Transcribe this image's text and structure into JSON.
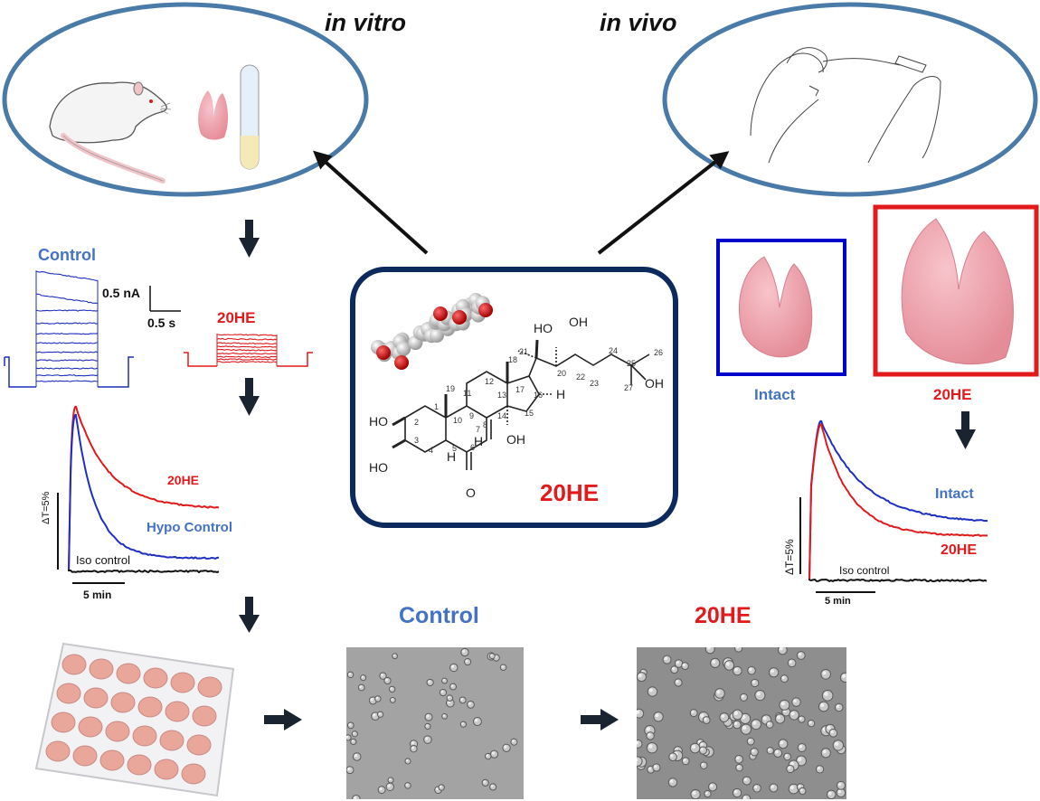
{
  "title_labels": {
    "in_vitro": "in vitro",
    "in_vivo": "in vivo"
  },
  "compound": {
    "name": "20HE",
    "atom_labels": {
      "hydroxyls": [
        "HO",
        "HO",
        "OH",
        "HO",
        "OH",
        "OH"
      ],
      "hydrogens": [
        "H",
        "H",
        "H"
      ],
      "ketone_oxygen": "O",
      "carbon_numbers": [
        "1",
        "2",
        "3",
        "4",
        "5",
        "6",
        "7",
        "8",
        "9",
        "10",
        "11",
        "12",
        "13",
        "14",
        "15",
        "16",
        "17",
        "18",
        "19",
        "20",
        "21",
        "22",
        "23",
        "24",
        "25",
        "26",
        "27"
      ]
    }
  },
  "patch_clamp": {
    "control_label": "Control",
    "treated_label": "20HE",
    "scale_current": "0.5 nA",
    "scale_time": "0.5 s",
    "control_step_levels": [
      1.0,
      0.8,
      0.66,
      0.55,
      0.46,
      0.38,
      0.3,
      0.23,
      0.16,
      0.1,
      0.05
    ],
    "treated_step_levels": [
      0.37,
      0.32,
      0.27,
      0.23,
      0.19,
      0.15,
      0.11,
      0.08,
      0.05
    ]
  },
  "invitro_trace": {
    "scale_y": "ΔT=5%",
    "scale_x": "5 min",
    "series": [
      {
        "name": "20HE",
        "color": "#e31a1c",
        "peak": 1.0,
        "plateau": 0.38
      },
      {
        "name": "Hypo Control",
        "color": "#1f2fbf",
        "peak": 0.95,
        "plateau": 0.08
      },
      {
        "name": "Iso control",
        "color": "#111111",
        "peak": 0.0,
        "plateau": 0.0
      }
    ]
  },
  "invivo_panel": {
    "intact_label": "Intact",
    "treated_label": "20HE",
    "intact_color": "#0000cc",
    "treated_color": "#e31a1c"
  },
  "invivo_trace": {
    "scale_y": "ΔT=5%",
    "scale_x": "5 min",
    "series": [
      {
        "name": "Intact",
        "color": "#1f2fbf",
        "peak": 1.0,
        "plateau": 0.36
      },
      {
        "name": "20HE",
        "color": "#e31a1c",
        "peak": 0.98,
        "plateau": 0.28
      },
      {
        "name": "Iso control",
        "color": "#111111",
        "peak": 0.0,
        "plateau": 0.0
      }
    ]
  },
  "micrographs": {
    "control_label": "Control",
    "treated_label": "20HE"
  },
  "colors": {
    "ellipse": "#4a7aa7",
    "center_box": "#0d2a5e",
    "arrow": "#111111",
    "blue_text": "#4472c4",
    "red_text": "#e31a1c",
    "thyroid_pink": "#f2a7b0"
  }
}
